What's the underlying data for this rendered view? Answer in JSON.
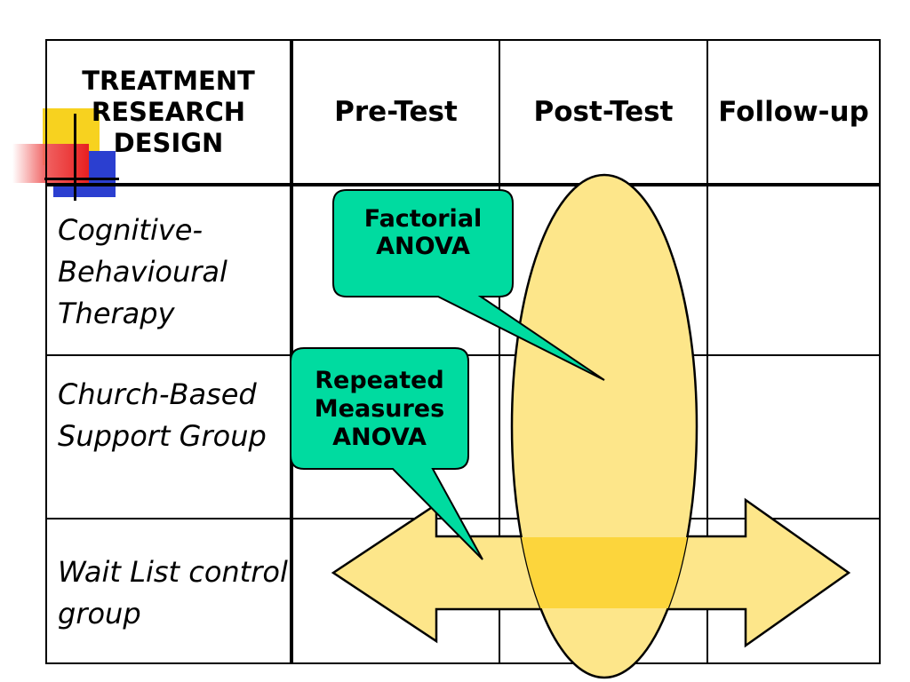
{
  "table": {
    "headers": [
      "TREATMENT RESEARCH DESIGN",
      "Pre-Test",
      "Post-Test",
      "Follow-up"
    ],
    "rows": [
      {
        "label": "Cognitive-Behavioural Therapy"
      },
      {
        "label": "Church-Based Support Group"
      },
      {
        "label": "Wait List control group"
      }
    ]
  },
  "callouts": {
    "factorial": "Factorial ANOVA",
    "repeated": "Repeated Measures ANOVA"
  },
  "colors": {
    "callout_fill": "#00dba0",
    "highlight_fill": "#fde68a",
    "overlap_fill": "#fcd53c"
  }
}
